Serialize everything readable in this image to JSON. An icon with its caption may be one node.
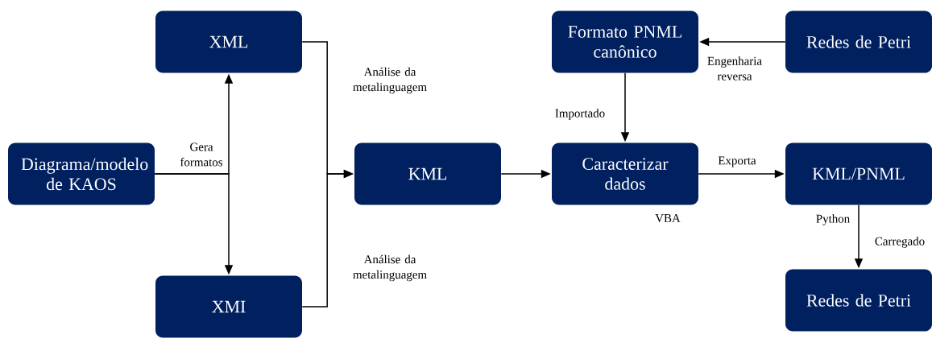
{
  "diagram": {
    "nodes": [
      {
        "text": [
          "Diagrama/modelo de KAOS"
        ]
      },
      {
        "text": [
          "XML"
        ]
      },
      {
        "text": [
          "XMI"
        ]
      },
      {
        "text": [
          "KML"
        ]
      },
      {
        "text": [
          "Formato PNML canônico"
        ]
      },
      {
        "text": [
          "Redes de Petri"
        ]
      },
      {
        "text": [
          "Caracterizar dados"
        ],
        "beside": [
          "VBA"
        ]
      },
      {
        "text": [
          "KML/PNML"
        ]
      },
      {
        "text": [
          "Redes de Petri"
        ]
      }
    ],
    "edges": [
      {
        "from": 0,
        "to": 1,
        "arrow": "to",
        "label": "Gera formatos"
      },
      {
        "from": 0,
        "to": 2,
        "arrow": "to"
      },
      {
        "from": 1,
        "to": 3,
        "arrow": "to",
        "label": "Análise da metalinguagem"
      },
      {
        "from": 2,
        "to": 3,
        "arrow": "to",
        "label": "Análise da metalinguagem"
      },
      {
        "from": 3,
        "to": 6,
        "arrow": "to"
      },
      {
        "from": 4,
        "to": 6,
        "arrow": "to",
        "label": "Importado"
      },
      {
        "from": 5,
        "to": 4,
        "arrow": "to",
        "label": "Engenharia reversa"
      },
      {
        "from": 6,
        "to": 7,
        "arrow": "to",
        "label": "Exporta"
      },
      {
        "from": 7,
        "to": 8,
        "arrow": "to",
        "label": "Carregado"
      }
    ],
    "labels": [
      "Python"
    ]
  }
}
